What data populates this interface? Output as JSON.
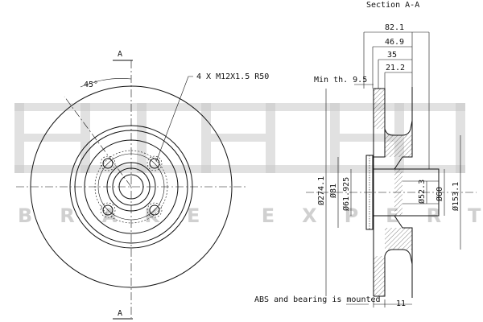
{
  "section_title": "Section A-A",
  "section_marker_top": "A",
  "section_marker_bottom": "A",
  "angle_label": "45°",
  "bolt_note": "4 X M12X1.5 R50",
  "min_thickness": "Min th. 9.5",
  "abs_note": "ABS and bearing is mounted",
  "horizontal_dims": [
    "82.1",
    "46.9",
    "35",
    "21.2"
  ],
  "bottom_dim": "11",
  "diameters": [
    "Ø274.1",
    "Ø81",
    "Ø61.925",
    "Ø52.3",
    "Ø60",
    "Ø153.1"
  ],
  "watermark_brand": "akebono",
  "watermark_tagline": "BRAKE EXPERTS",
  "colors": {
    "line": "#111111",
    "watermark": "#c4c4c4",
    "background": "#ffffff"
  }
}
